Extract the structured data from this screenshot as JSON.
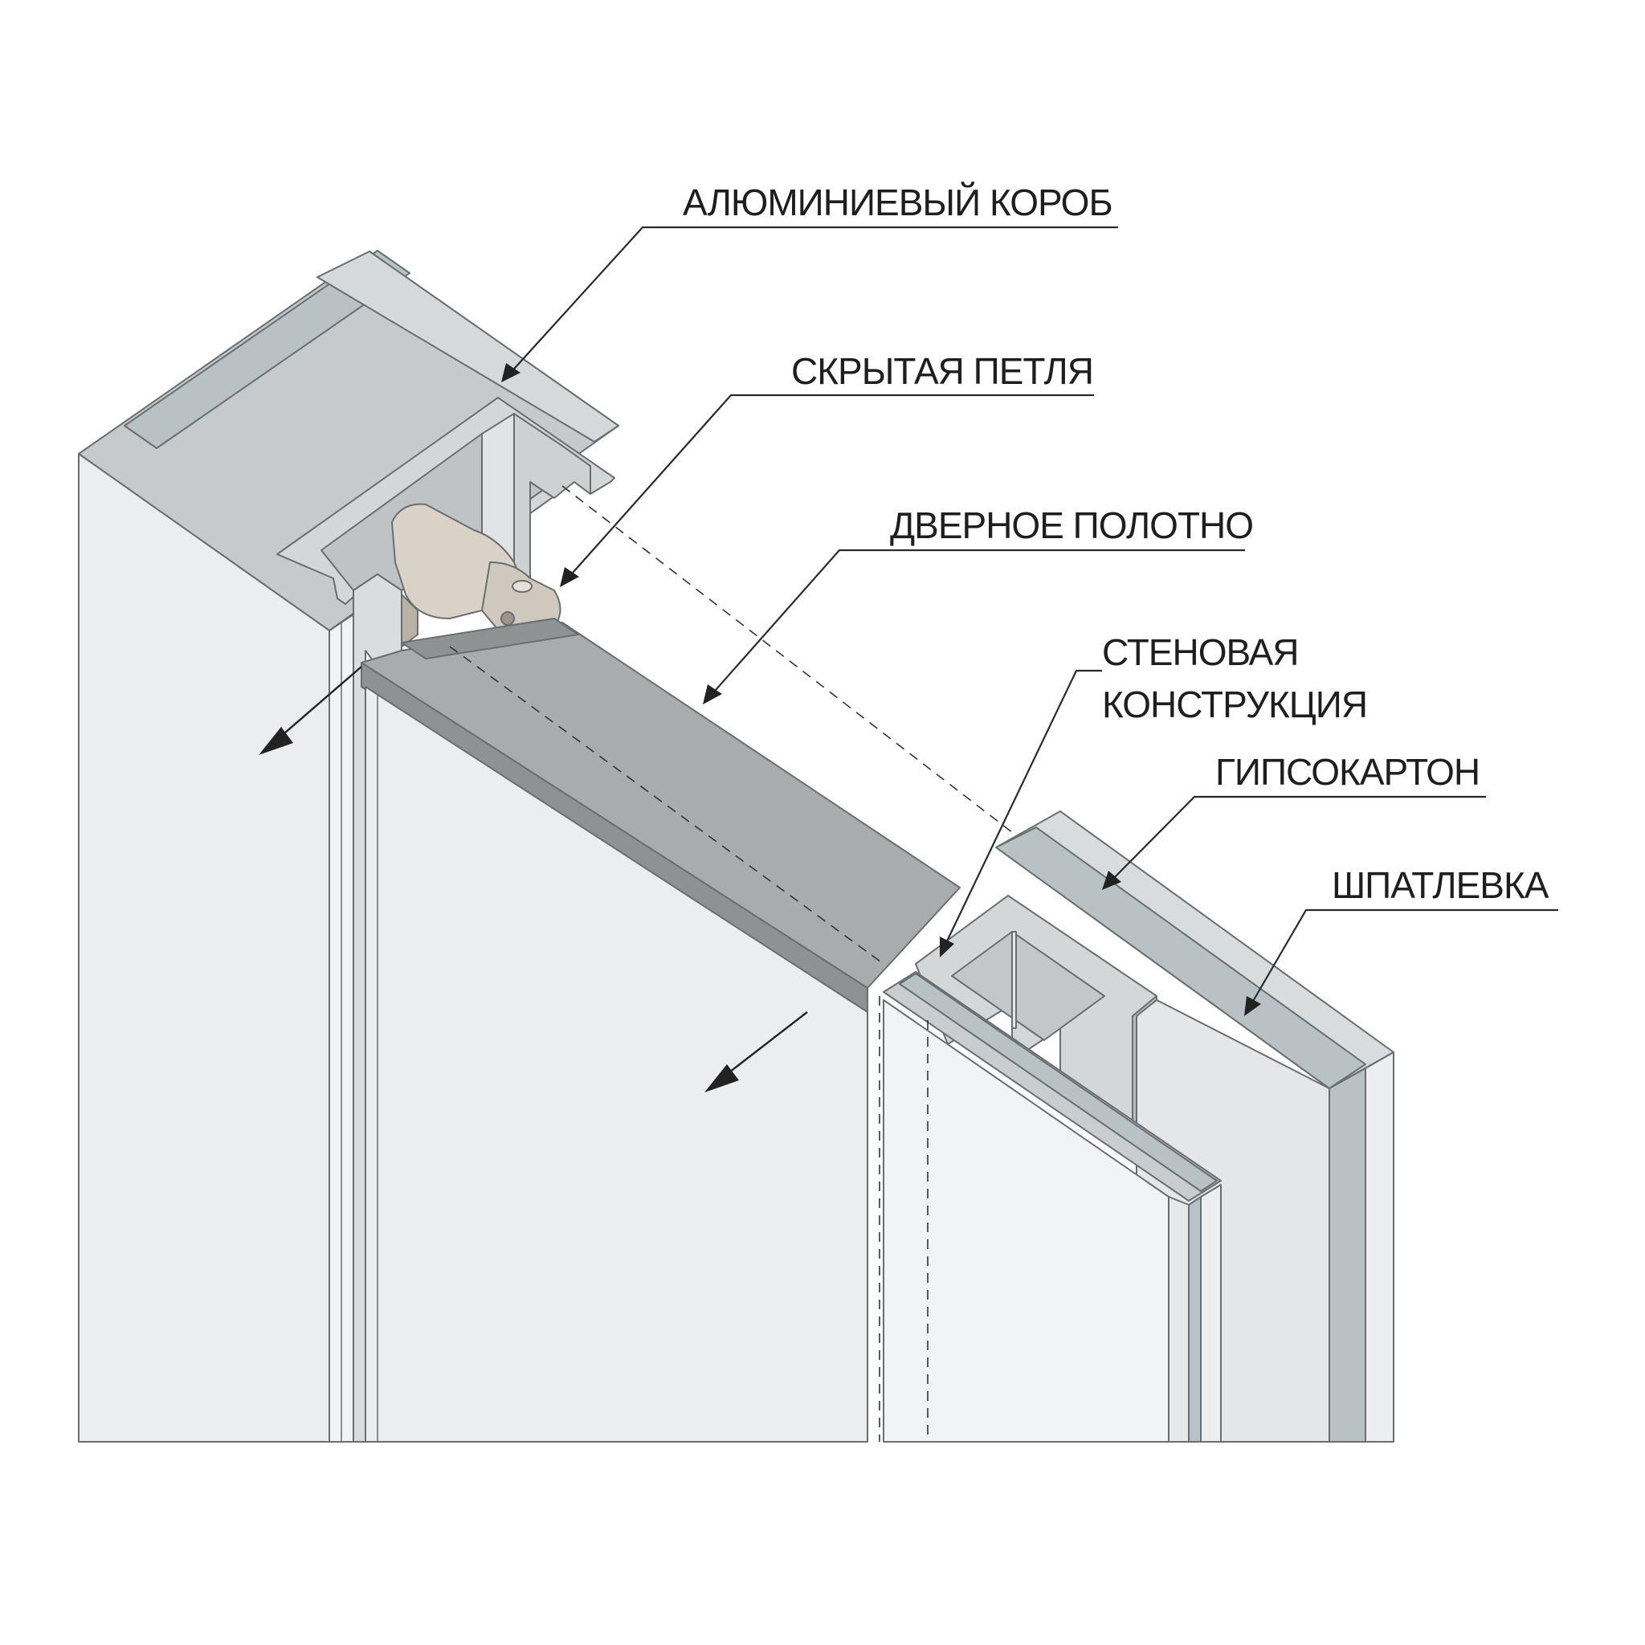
{
  "labels": {
    "aluminum_box": "АЛЮМИНИЕВЫЙ КОРОБ",
    "hidden_hinge": "СКРЫТАЯ ПЕТЛЯ",
    "door_leaf": "ДВЕРНОЕ ПОЛОТНО",
    "wall_construction_line1": "СТЕНОВАЯ",
    "wall_construction_line2": "КОНСТРУКЦИЯ",
    "drywall": "ГИПСОКАРТОН",
    "putty": "ШПАТЛЕВКА"
  },
  "colors": {
    "panel_face": "#ebedee",
    "panel_edge": "#f2f3f4",
    "core_gray": "#c9cdcf",
    "drywall_band": "#b7c1c4",
    "door_top": "#a9acad",
    "door_side": "#8f9293",
    "aluminum": "#d4d7d8",
    "hinge": "#cfc9bd"
  }
}
